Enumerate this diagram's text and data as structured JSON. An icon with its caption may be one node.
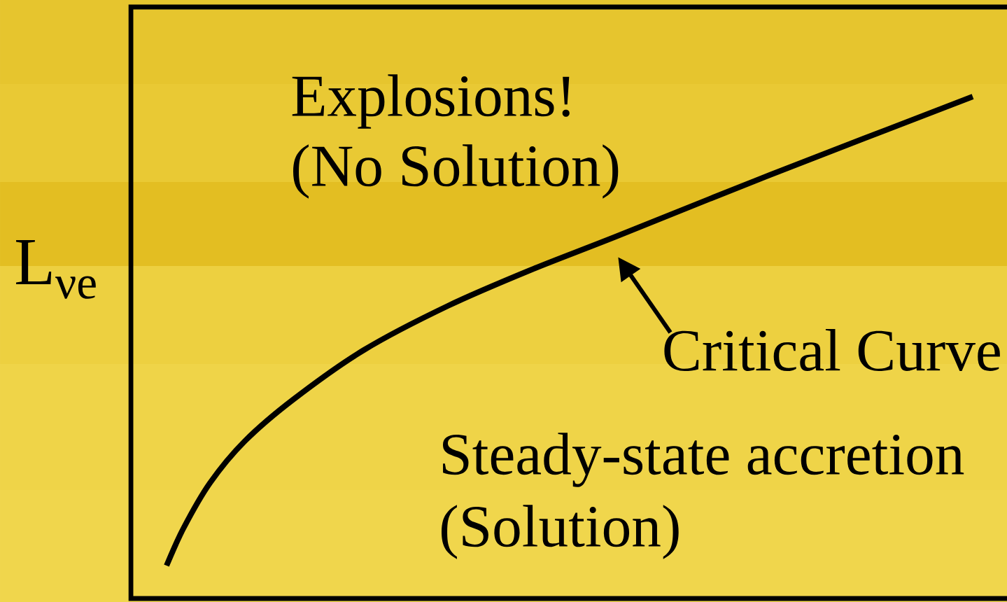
{
  "diagram": {
    "nodes": [
      {
        "text": [
          "Critical Curve"
        ]
      },
      {
        "text": [],
        "shape": "curve"
      }
    ],
    "edges": [
      {
        "from": 0,
        "to": 1,
        "arrow": "to"
      }
    ],
    "labels": [
      "L$_{νe}$",
      "Explosions!",
      "(No Solution)",
      "Steady-state accretion",
      "(Solution)"
    ]
  }
}
